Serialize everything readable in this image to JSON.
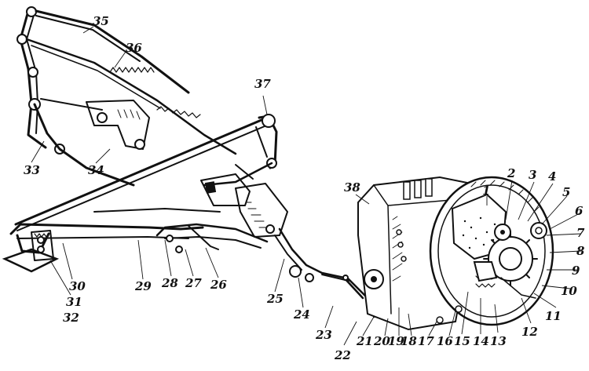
{
  "figure": {
    "callouts": [
      "1",
      "2",
      "3",
      "4",
      "5",
      "6",
      "7",
      "8",
      "9",
      "10",
      "11",
      "12",
      "13",
      "14",
      "15",
      "16",
      "17",
      "18",
      "19",
      "20",
      "21",
      "22",
      "23",
      "24",
      "25",
      "26",
      "27",
      "28",
      "29",
      "30",
      "31",
      "32",
      "33",
      "34",
      "35",
      "36",
      "37",
      "38"
    ]
  },
  "colors": {
    "ink": "#111111",
    "paper": "#ffffff"
  }
}
